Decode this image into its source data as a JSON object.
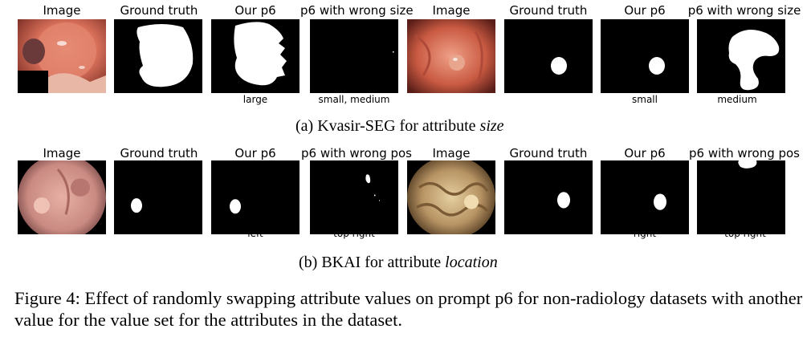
{
  "row_a": {
    "headers": [
      "Image",
      "Ground truth",
      "Our p6",
      "p6 with wrong size",
      "Image",
      "Ground truth",
      "Our p6",
      "p6 with wrong size"
    ],
    "sublabels": [
      "large",
      "small, medium",
      "small",
      "medium"
    ],
    "caption_prefix": "(a) Kvasir-SEG for attribute ",
    "caption_attr": "size"
  },
  "row_b": {
    "headers": [
      "Image",
      "Ground truth",
      "Our p6",
      "p6 with wrong pos",
      "Image",
      "Ground truth",
      "Our p6",
      "p6 with wrong pos"
    ],
    "sublabels": [
      "left",
      "top right",
      "right",
      "top right"
    ],
    "caption_prefix": "(b) BKAI for attribute ",
    "caption_attr": "location"
  },
  "figure_caption": "Figure 4: Effect of randomly swapping attribute values on prompt p6 for non-radiology datasets with another value for the value set for the attributes in the dataset.",
  "colors": {
    "mask_bg": "#000000",
    "mask_fg": "#ffffff",
    "tissue_pink": "#d9705e",
    "tissue_tan": "#b89464"
  }
}
